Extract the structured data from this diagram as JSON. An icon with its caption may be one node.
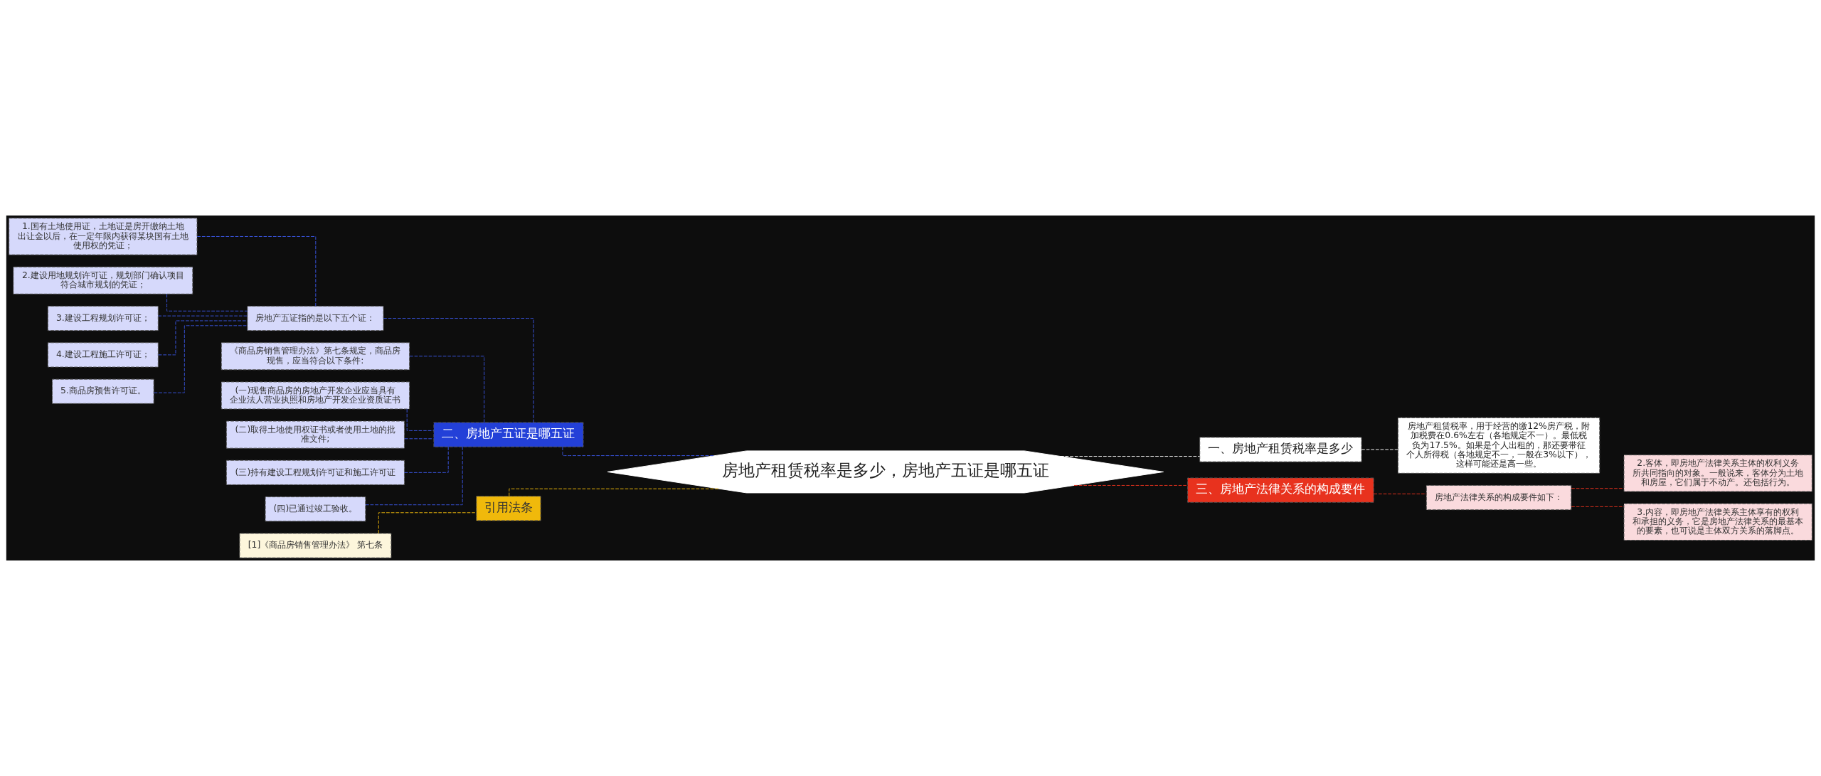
{
  "diagram": {
    "nodes": [
      {
        "text": [
          "房地产租赁税率是多少，房地产五证是哪五证"
        ]
      },
      {
        "text": [
          "一、房地产租赁税率是多少"
        ]
      },
      {
        "text": [
          "房地产租赁税率，用于经营的缴12%房产税，附加税费在0.6%左右（各地规定不一）。最低税负为17.5%。如果是个人出租的，那还要带征个人所得税（各地规定不一，一般在3%以下），这样可能还是高一些。"
        ]
      },
      {
        "text": [
          "三、房地产法律关系的构成要件"
        ]
      },
      {
        "text": [
          "房地产法律关系的构成要件如下："
        ]
      },
      {
        "text": [
          "2.客体，即房地产法律关系主体的权利义务所共同指向的对象。一般说来，客体分为土地和房屋，它们属于不动产。还包括行为。"
        ]
      },
      {
        "text": [
          "3.内容，即房地产法律关系主体享有的权利和承担的义务，它是房地产法律关系的最基本的要素，也可说是主体双方关系的落脚点。"
        ]
      },
      {
        "text": [
          "二、房地产五证是哪五证"
        ]
      },
      {
        "text": [
          "房地产五证指的是以下五个证："
        ]
      },
      {
        "text": [
          "1.国有土地使用证，土地证是房开缴纳土地出让金以后，在一定年限内获得某块国有土地使用权的凭证；"
        ]
      },
      {
        "text": [
          "2.建设用地规划许可证，规划部门确认项目符合城市规划的凭证；"
        ]
      },
      {
        "text": [
          "3.建设工程规划许可证；"
        ]
      },
      {
        "text": [
          "4.建设工程施工许可证；"
        ]
      },
      {
        "text": [
          "5.商品房预售许可证。"
        ]
      },
      {
        "text": [
          "《商品房销售管理办法》第七条规定，商品房现售，应当符合以下条件:"
        ]
      },
      {
        "text": [
          "(一)现售商品房的房地产开发企业应当具有企业法人营业执照和房地产开发企业资质证书"
        ]
      },
      {
        "text": [
          "(二)取得土地使用权证书或者使用土地的批准文件;"
        ]
      },
      {
        "text": [
          "(三)持有建设工程规划许可证和施工许可证"
        ]
      },
      {
        "text": [
          "(四)已通过竣工验收。"
        ]
      },
      {
        "text": [
          "引用法条"
        ]
      },
      {
        "text": [
          "[1]《商品房销售管理办法》 第七条"
        ]
      }
    ],
    "edges": [
      {
        "from": 0,
        "to": 1,
        "arrow": "none",
        "style": "dashed",
        "color": "#ffffff"
      },
      {
        "from": 1,
        "to": 2,
        "arrow": "none",
        "style": "dashed",
        "color": "#ffffff"
      },
      {
        "from": 0,
        "to": 3,
        "arrow": "none",
        "style": "dashed",
        "color": "#e8321e"
      },
      {
        "from": 3,
        "to": 4,
        "arrow": "none",
        "style": "dashed",
        "color": "#e8321e"
      },
      {
        "from": 4,
        "to": 5,
        "arrow": "none",
        "style": "dashed",
        "color": "#e8321e"
      },
      {
        "from": 4,
        "to": 6,
        "arrow": "none",
        "style": "dashed",
        "color": "#e8321e"
      },
      {
        "from": 0,
        "to": 7,
        "arrow": "none",
        "style": "dashed"
      },
      {
        "from": 7,
        "to": 8,
        "arrow": "none",
        "style": "dashed"
      },
      {
        "from": 8,
        "to": 9,
        "arrow": "none",
        "style": "dashed"
      },
      {
        "from": 8,
        "to": 10,
        "arrow": "none",
        "style": "dashed"
      },
      {
        "from": 8,
        "to": 11,
        "arrow": "none",
        "style": "dashed"
      },
      {
        "from": 8,
        "to": 12,
        "arrow": "none",
        "style": "dashed"
      },
      {
        "from": 8,
        "to": 13,
        "arrow": "none",
        "style": "dashed"
      },
      {
        "from": 7,
        "to": 14,
        "arrow": "none",
        "style": "dashed"
      },
      {
        "from": 7,
        "to": 15,
        "arrow": "none",
        "style": "dashed"
      },
      {
        "from": 7,
        "to": 16,
        "arrow": "none",
        "style": "dashed"
      },
      {
        "from": 7,
        "to": 17,
        "arrow": "none",
        "style": "dashed"
      },
      {
        "from": 7,
        "to": 18,
        "arrow": "none",
        "style": "dashed"
      },
      {
        "from": 0,
        "to": 19,
        "arrow": "none",
        "style": "dashed",
        "color": "#f0b90b"
      },
      {
        "from": 19,
        "to": 20,
        "arrow": "none",
        "style": "dashed",
        "color": "#f0b90b"
      }
    ]
  }
}
